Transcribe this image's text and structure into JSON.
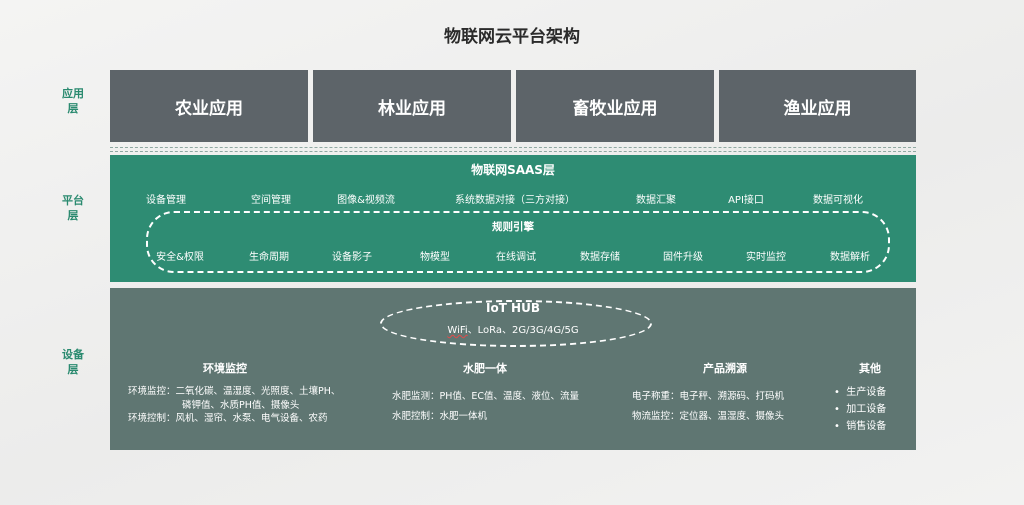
{
  "title": "物联网云平台架构",
  "layer_labels": {
    "app": "应用层",
    "platform": "平台层",
    "device": "设备层"
  },
  "app_layer": [
    "农业应用",
    "林业应用",
    "畜牧业应用",
    "渔业应用"
  ],
  "saas": {
    "title": "物联网SAAS层",
    "row1": [
      "设备管理",
      "空间管理",
      "图像&视频流",
      "系统数据对接（三方对接）",
      "数据汇聚",
      "API接口",
      "数据可视化"
    ],
    "rule_title": "规则引擎",
    "row2": [
      "安全&权限",
      "生命周期",
      "设备影子",
      "物模型",
      "在线调试",
      "数据存储",
      "固件升级",
      "实时监控",
      "数据解析"
    ]
  },
  "device": {
    "hub_title": "IoT HUB",
    "hub_wifi": "WiFi",
    "hub_rest": "、LoRa、2G/3G/4G/5G",
    "env": {
      "title": "环境监控",
      "line1": "环境监控：二氧化碳、温湿度、光照度、土壤PH、",
      "line2": "磷钾值、水质PH值、摄像头",
      "line3": "环境控制：风机、湿帘、水泵、电气设备、农药"
    },
    "fert": {
      "title": "水肥一体",
      "line1": "水肥监测：PH值、EC值、温度、液位、流量",
      "line2": "水肥控制：水肥一体机"
    },
    "trace": {
      "title": "产品溯源",
      "line1": "电子称重：电子秤、溯源码、打码机",
      "line2": "物流监控：定位器、温湿度、摄像头"
    },
    "other": {
      "title": "其他",
      "items": [
        "生产设备",
        "加工设备",
        "销售设备"
      ]
    }
  }
}
